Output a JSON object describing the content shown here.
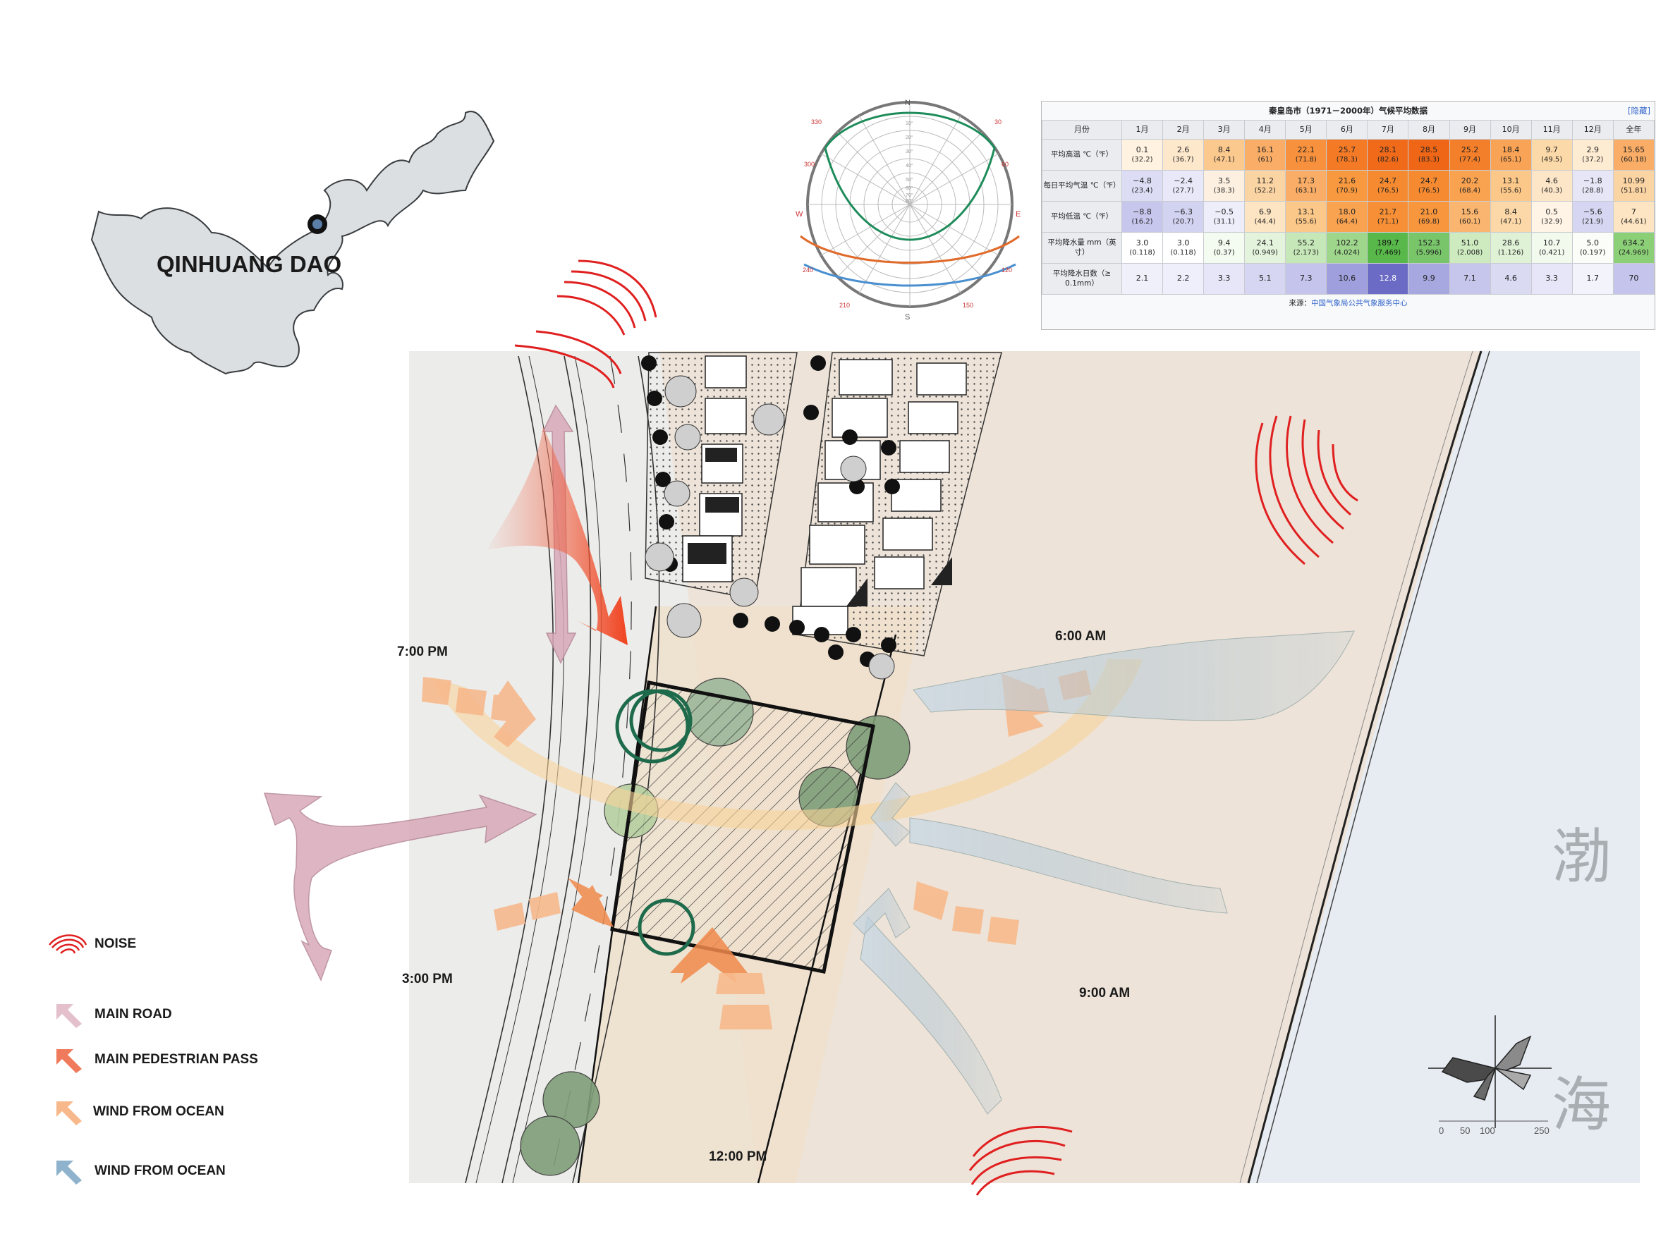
{
  "location": {
    "city": "QINHUANG DAO"
  },
  "sea_name": {
    "top": "渤",
    "bottom": "海"
  },
  "sun_times": {
    "t0700": "7:00 PM",
    "t0600": "6:00 AM",
    "t0300": "3:00 PM",
    "t0900": "9:00 AM",
    "t1200": "12:00 PM"
  },
  "legend": {
    "noise": "NOISE",
    "main_road": "MAIN ROAD",
    "pedestrian": "MAIN PEDESTRIAN PASS",
    "wind_orange": "WIND FROM OCEAN",
    "wind_blue": "WIND FROM OCEAN"
  },
  "scale_bar": {
    "labels": [
      "0",
      "50",
      "100",
      "250"
    ]
  },
  "colors": {
    "noise": "#e02020",
    "main_road": "#d9a9b8",
    "pedestrian": "#f08a4b",
    "wind_orange": "#f7b98c",
    "wind_blue": "#8fb3cc",
    "sun_arc": "#f8d49a",
    "tree_green": "#7f9e78",
    "circle_green": "#1e6b4c",
    "sea": "#e6ecf2"
  },
  "sun_chart": {
    "north": "N",
    "south": "S",
    "west": "W",
    "east": "E",
    "angle_labels": [
      "330",
      "300",
      "240",
      "210",
      "150",
      "120",
      "60",
      "30"
    ],
    "ring_labels": [
      "10°",
      "20°",
      "30°",
      "40°",
      "50°",
      "60°",
      "70°",
      "80°"
    ]
  },
  "climate_table": {
    "caption": "秦皇岛市（1971－2000年）气候平均数据",
    "hide": "[隐藏]",
    "header": [
      "月份",
      "1月",
      "2月",
      "3月",
      "4月",
      "5月",
      "6月",
      "7月",
      "8月",
      "9月",
      "10月",
      "11月",
      "12月",
      "全年"
    ],
    "rows": [
      {
        "label": "平均高温 ℃（℉）",
        "cells": [
          [
            "0.1",
            "(32.2)"
          ],
          [
            "2.6",
            "(36.7)"
          ],
          [
            "8.4",
            "(47.1)"
          ],
          [
            "16.1",
            "(61)"
          ],
          [
            "22.1",
            "(71.8)"
          ],
          [
            "25.7",
            "(78.3)"
          ],
          [
            "28.1",
            "(82.6)"
          ],
          [
            "28.5",
            "(83.3)"
          ],
          [
            "25.2",
            "(77.4)"
          ],
          [
            "18.4",
            "(65.1)"
          ],
          [
            "9.7",
            "(49.5)"
          ],
          [
            "2.9",
            "(37.2)"
          ],
          [
            "15.65",
            "(60.18)"
          ]
        ],
        "colors": [
          "#fff2e0",
          "#fde8cc",
          "#fbc98e",
          "#f9ad66",
          "#f7913d",
          "#f47a26",
          "#f06a1a",
          "#ef6617",
          "#f47f2b",
          "#f8a355",
          "#fcd9a8",
          "#fdebd2",
          "#f9ad66"
        ]
      },
      {
        "label": "每日平均气温 ℃（℉）",
        "cells": [
          [
            "−4.8",
            "(23.4)"
          ],
          [
            "−2.4",
            "(27.7)"
          ],
          [
            "3.5",
            "(38.3)"
          ],
          [
            "11.2",
            "(52.2)"
          ],
          [
            "17.3",
            "(63.1)"
          ],
          [
            "21.6",
            "(70.9)"
          ],
          [
            "24.7",
            "(76.5)"
          ],
          [
            "24.7",
            "(76.5)"
          ],
          [
            "20.2",
            "(68.4)"
          ],
          [
            "13.1",
            "(55.6)"
          ],
          [
            "4.6",
            "(40.3)"
          ],
          [
            "−1.8",
            "(28.8)"
          ],
          [
            "10.99",
            "(51.81)"
          ]
        ],
        "colors": [
          "#dcdcf4",
          "#e8e8f8",
          "#fdf0e0",
          "#fbd4a4",
          "#f9ad66",
          "#f8993f",
          "#f58a31",
          "#f58a31",
          "#f9a351",
          "#fbc889",
          "#fde6c8",
          "#e6e6f6",
          "#fbd4a4"
        ]
      },
      {
        "label": "平均低温 ℃（℉）",
        "cells": [
          [
            "−8.8",
            "(16.2)"
          ],
          [
            "−6.3",
            "(20.7)"
          ],
          [
            "−0.5",
            "(31.1)"
          ],
          [
            "6.9",
            "(44.4)"
          ],
          [
            "13.1",
            "(55.6)"
          ],
          [
            "18.0",
            "(64.4)"
          ],
          [
            "21.7",
            "(71.1)"
          ],
          [
            "21.0",
            "(69.8)"
          ],
          [
            "15.6",
            "(60.1)"
          ],
          [
            "8.4",
            "(47.1)"
          ],
          [
            "0.5",
            "(32.9)"
          ],
          [
            "−5.6",
            "(21.9)"
          ],
          [
            "7",
            "(44.61)"
          ]
        ],
        "colors": [
          "#c7c7ee",
          "#d2d2f1",
          "#eeeefa",
          "#fde4c2",
          "#fbc889",
          "#f9a351",
          "#f68f36",
          "#f7963d",
          "#fab670",
          "#fcd8a8",
          "#fff4e6",
          "#d6d6f2",
          "#fde4c2"
        ]
      },
      {
        "label": "平均降水量 mm（英寸）",
        "cells": [
          [
            "3.0",
            "(0.118)"
          ],
          [
            "3.0",
            "(0.118)"
          ],
          [
            "9.4",
            "(0.37)"
          ],
          [
            "24.1",
            "(0.949)"
          ],
          [
            "55.2",
            "(2.173)"
          ],
          [
            "102.2",
            "(4.024)"
          ],
          [
            "189.7",
            "(7.469)"
          ],
          [
            "152.3",
            "(5.996)"
          ],
          [
            "51.0",
            "(2.008)"
          ],
          [
            "28.6",
            "(1.126)"
          ],
          [
            "10.7",
            "(0.421)"
          ],
          [
            "5.0",
            "(0.197)"
          ],
          [
            "634.2",
            "(24.969)"
          ]
        ],
        "colors": [
          "#ffffff",
          "#ffffff",
          "#f4fbf0",
          "#e4f4dc",
          "#c6e8b8",
          "#9ed68c",
          "#58b84a",
          "#79c56a",
          "#cdebbf",
          "#dff2d6",
          "#f2faee",
          "#fafdf8",
          "#8bcf77"
        ]
      },
      {
        "label": "平均降水日数（≥ 0.1mm）",
        "cells": [
          [
            "2.1",
            ""
          ],
          [
            "2.2",
            ""
          ],
          [
            "3.3",
            ""
          ],
          [
            "5.1",
            ""
          ],
          [
            "7.3",
            ""
          ],
          [
            "10.6",
            ""
          ],
          [
            "12.8",
            ""
          ],
          [
            "9.9",
            ""
          ],
          [
            "7.1",
            ""
          ],
          [
            "4.6",
            ""
          ],
          [
            "3.3",
            ""
          ],
          [
            "1.7",
            ""
          ],
          [
            "70",
            ""
          ]
        ],
        "colors": [
          "#f0f0fb",
          "#efeffb",
          "#e6e6f8",
          "#d6d6f2",
          "#c4c4ec",
          "#9f9fdd",
          "#6b6bc5",
          "#a8a8e1",
          "#c6c6ed",
          "#dadaf3",
          "#e6e6f8",
          "#f3f3fc",
          "#c4c4ec"
        ]
      }
    ],
    "source_label": "来源：",
    "source_link": "中国气象局公共气象服务中心"
  }
}
